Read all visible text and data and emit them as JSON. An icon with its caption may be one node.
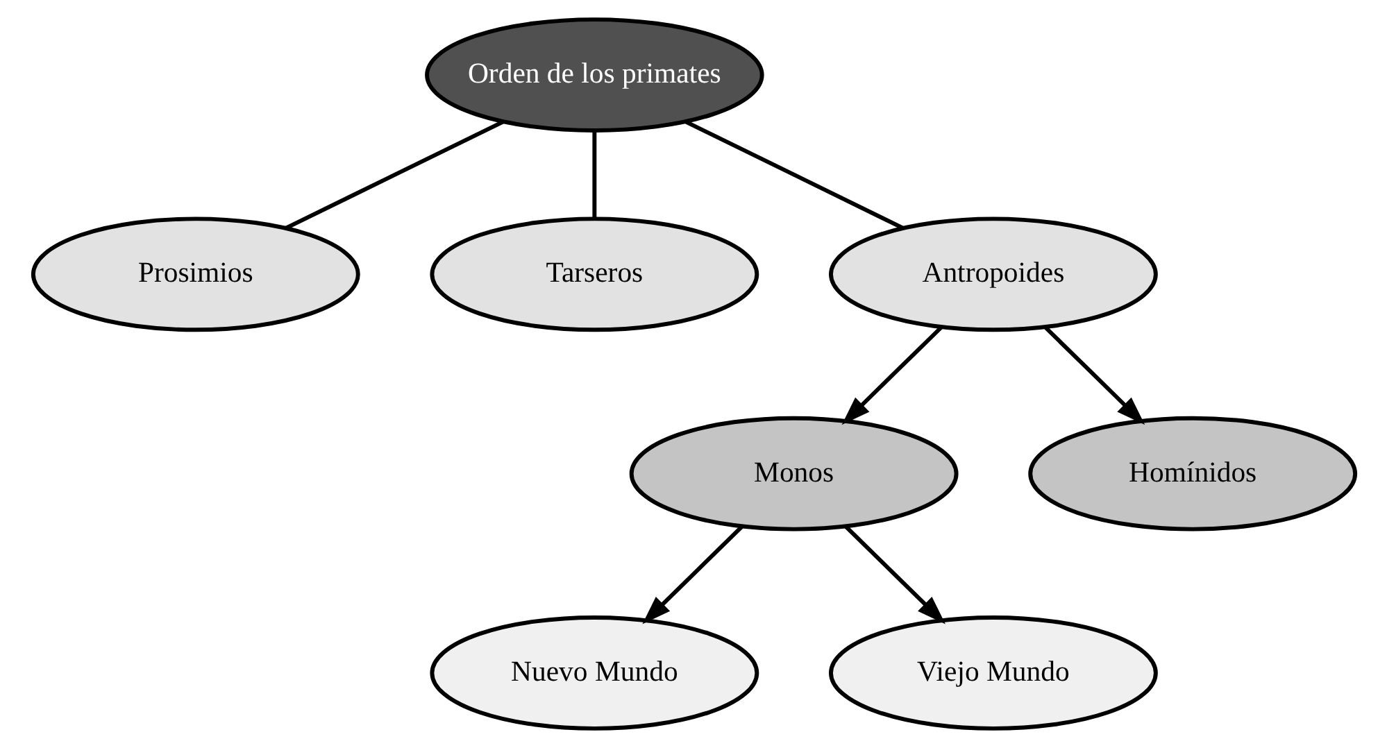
{
  "diagram": {
    "nodes": [
      {
        "text": [
          "Orden de los primates"
        ]
      },
      {
        "text": [
          "Prosimios"
        ]
      },
      {
        "text": [
          "Tarseros"
        ]
      },
      {
        "text": [
          "Antropoides"
        ]
      },
      {
        "text": [
          "Monos"
        ]
      },
      {
        "text": [
          "Homínidos"
        ]
      },
      {
        "text": [
          "Nuevo Mundo"
        ]
      },
      {
        "text": [
          "Viejo Mundo"
        ]
      }
    ],
    "edges": [
      {
        "from": 0,
        "to": 1,
        "arrow": "none"
      },
      {
        "from": 0,
        "to": 2,
        "arrow": "none"
      },
      {
        "from": 0,
        "to": 3,
        "arrow": "none"
      },
      {
        "from": 3,
        "to": 4,
        "arrow": "to"
      },
      {
        "from": 3,
        "to": 5,
        "arrow": "to"
      },
      {
        "from": 4,
        "to": 6,
        "arrow": "to"
      },
      {
        "from": 4,
        "to": 7,
        "arrow": "to"
      }
    ]
  }
}
